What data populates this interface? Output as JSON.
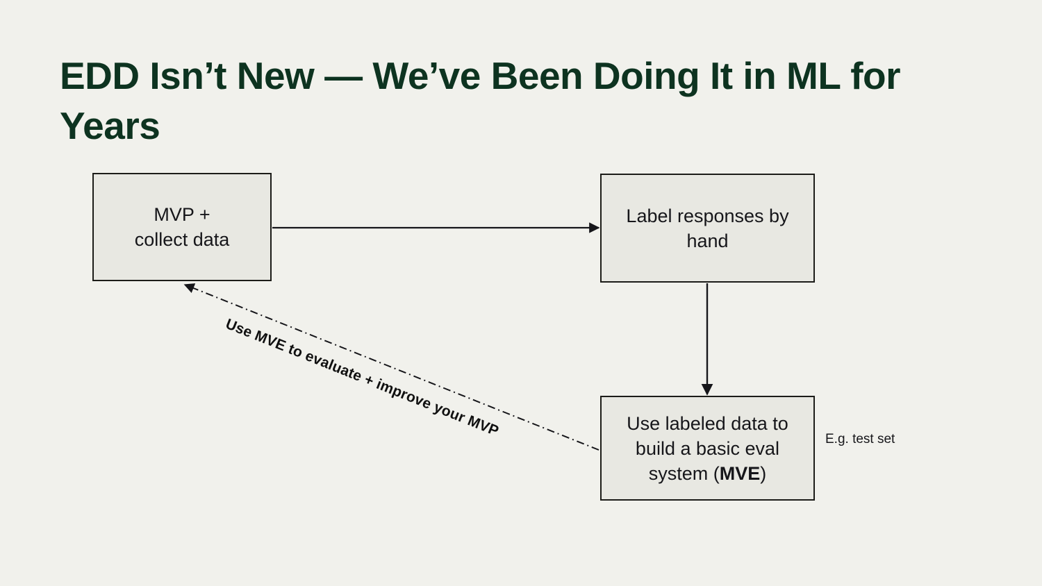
{
  "slide": {
    "title": "EDD Isn’t New — We’ve Been Doing It in ML for Years",
    "background_color": "#F1F1EC",
    "title_color": "#0D3320",
    "node_fill_color": "#E8E8E2",
    "node_border_color": "#1C1C18",
    "text_color": "#16161A"
  },
  "diagram": {
    "type": "flowchart",
    "nodes": [
      {
        "id": "mvp",
        "label": "MVP +\ncollect data",
        "html": "MVP +<br>collect data"
      },
      {
        "id": "label-responses",
        "label": "Label responses by hand",
        "html": "Label responses by hand"
      },
      {
        "id": "mve",
        "label": "Use labeled data to build a basic eval system (MVE)",
        "html": "Use labeled data to build a basic eval system (<b>MVE</b>)"
      }
    ],
    "edges": [
      {
        "id": "mvp-to-label",
        "from": "mvp",
        "to": "label-responses",
        "style": "solid",
        "label": ""
      },
      {
        "id": "label-to-mve",
        "from": "label-responses",
        "to": "mve",
        "style": "solid",
        "label": ""
      },
      {
        "id": "mve-to-mvp",
        "from": "mve",
        "to": "mvp",
        "style": "dash-dot",
        "label": "Use MVE to evaluate + improve your MVP"
      }
    ],
    "annotations": [
      {
        "id": "test-set-note",
        "text": "E.g. test set",
        "attached_to": "mve"
      }
    ]
  }
}
